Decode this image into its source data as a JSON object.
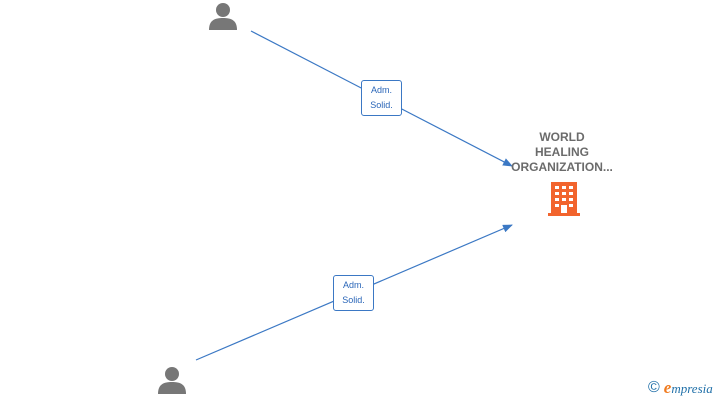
{
  "company": {
    "name_lines": [
      "WORLD",
      "HEALING",
      "ORGANIZATION..."
    ],
    "icon": "building-icon",
    "color": "#f2642d"
  },
  "persons": [
    {
      "icon": "person-icon"
    },
    {
      "icon": "person-icon"
    }
  ],
  "edges": [
    {
      "from": "person-1",
      "to": "company",
      "label_lines": [
        "Adm.",
        "Solid."
      ]
    },
    {
      "from": "person-2",
      "to": "company",
      "label_lines": [
        "Adm.",
        "Solid."
      ]
    }
  ],
  "colors": {
    "edge": "#3b78c4",
    "person": "#777777",
    "brand": "#1f6fa8",
    "brand_accent": "#f07a1e"
  },
  "footer": {
    "copyright_symbol": "©",
    "brand_initial": "e",
    "brand_rest": "mpresia"
  }
}
